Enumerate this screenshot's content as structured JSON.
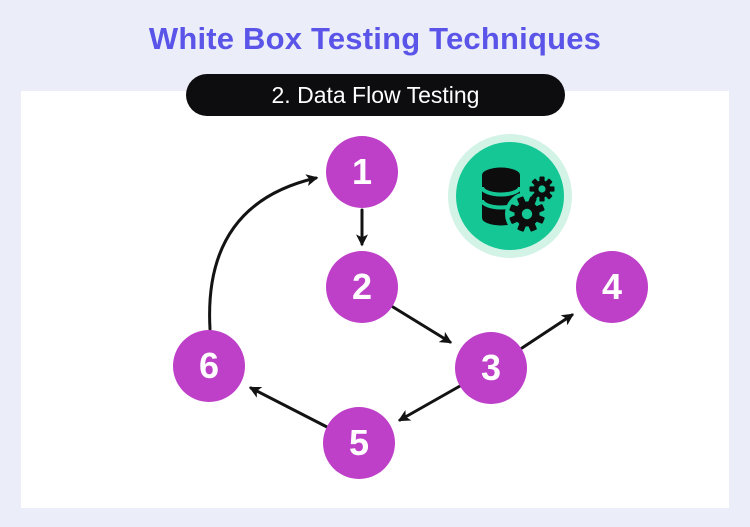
{
  "header": {
    "title": "White Box Testing Techniques",
    "subtitle": "2. Data Flow Testing"
  },
  "colors": {
    "background": "#EBEEF8",
    "panel": "#FFFFFF",
    "title_text": "#5A55E8",
    "pill_bg": "#0D0D0F",
    "pill_text": "#FFFFFF",
    "node_fill": "#BE3FC8",
    "node_text": "#FFFFFF",
    "arrow": "#131313",
    "badge_teal": "#15C795",
    "badge_ring": "#D2F3E6",
    "icon_glyph": "#0D0D0D"
  },
  "diagram": {
    "type": "control-flow-graph",
    "nodes": [
      {
        "id": "1",
        "label": "1"
      },
      {
        "id": "2",
        "label": "2"
      },
      {
        "id": "3",
        "label": "3"
      },
      {
        "id": "4",
        "label": "4"
      },
      {
        "id": "5",
        "label": "5"
      },
      {
        "id": "6",
        "label": "6"
      }
    ],
    "edges": [
      {
        "from": "1",
        "to": "2"
      },
      {
        "from": "2",
        "to": "3"
      },
      {
        "from": "3",
        "to": "4"
      },
      {
        "from": "3",
        "to": "5"
      },
      {
        "from": "5",
        "to": "6"
      },
      {
        "from": "6",
        "to": "1",
        "style": "curved"
      }
    ],
    "badge_icon": "database-gears-icon"
  }
}
